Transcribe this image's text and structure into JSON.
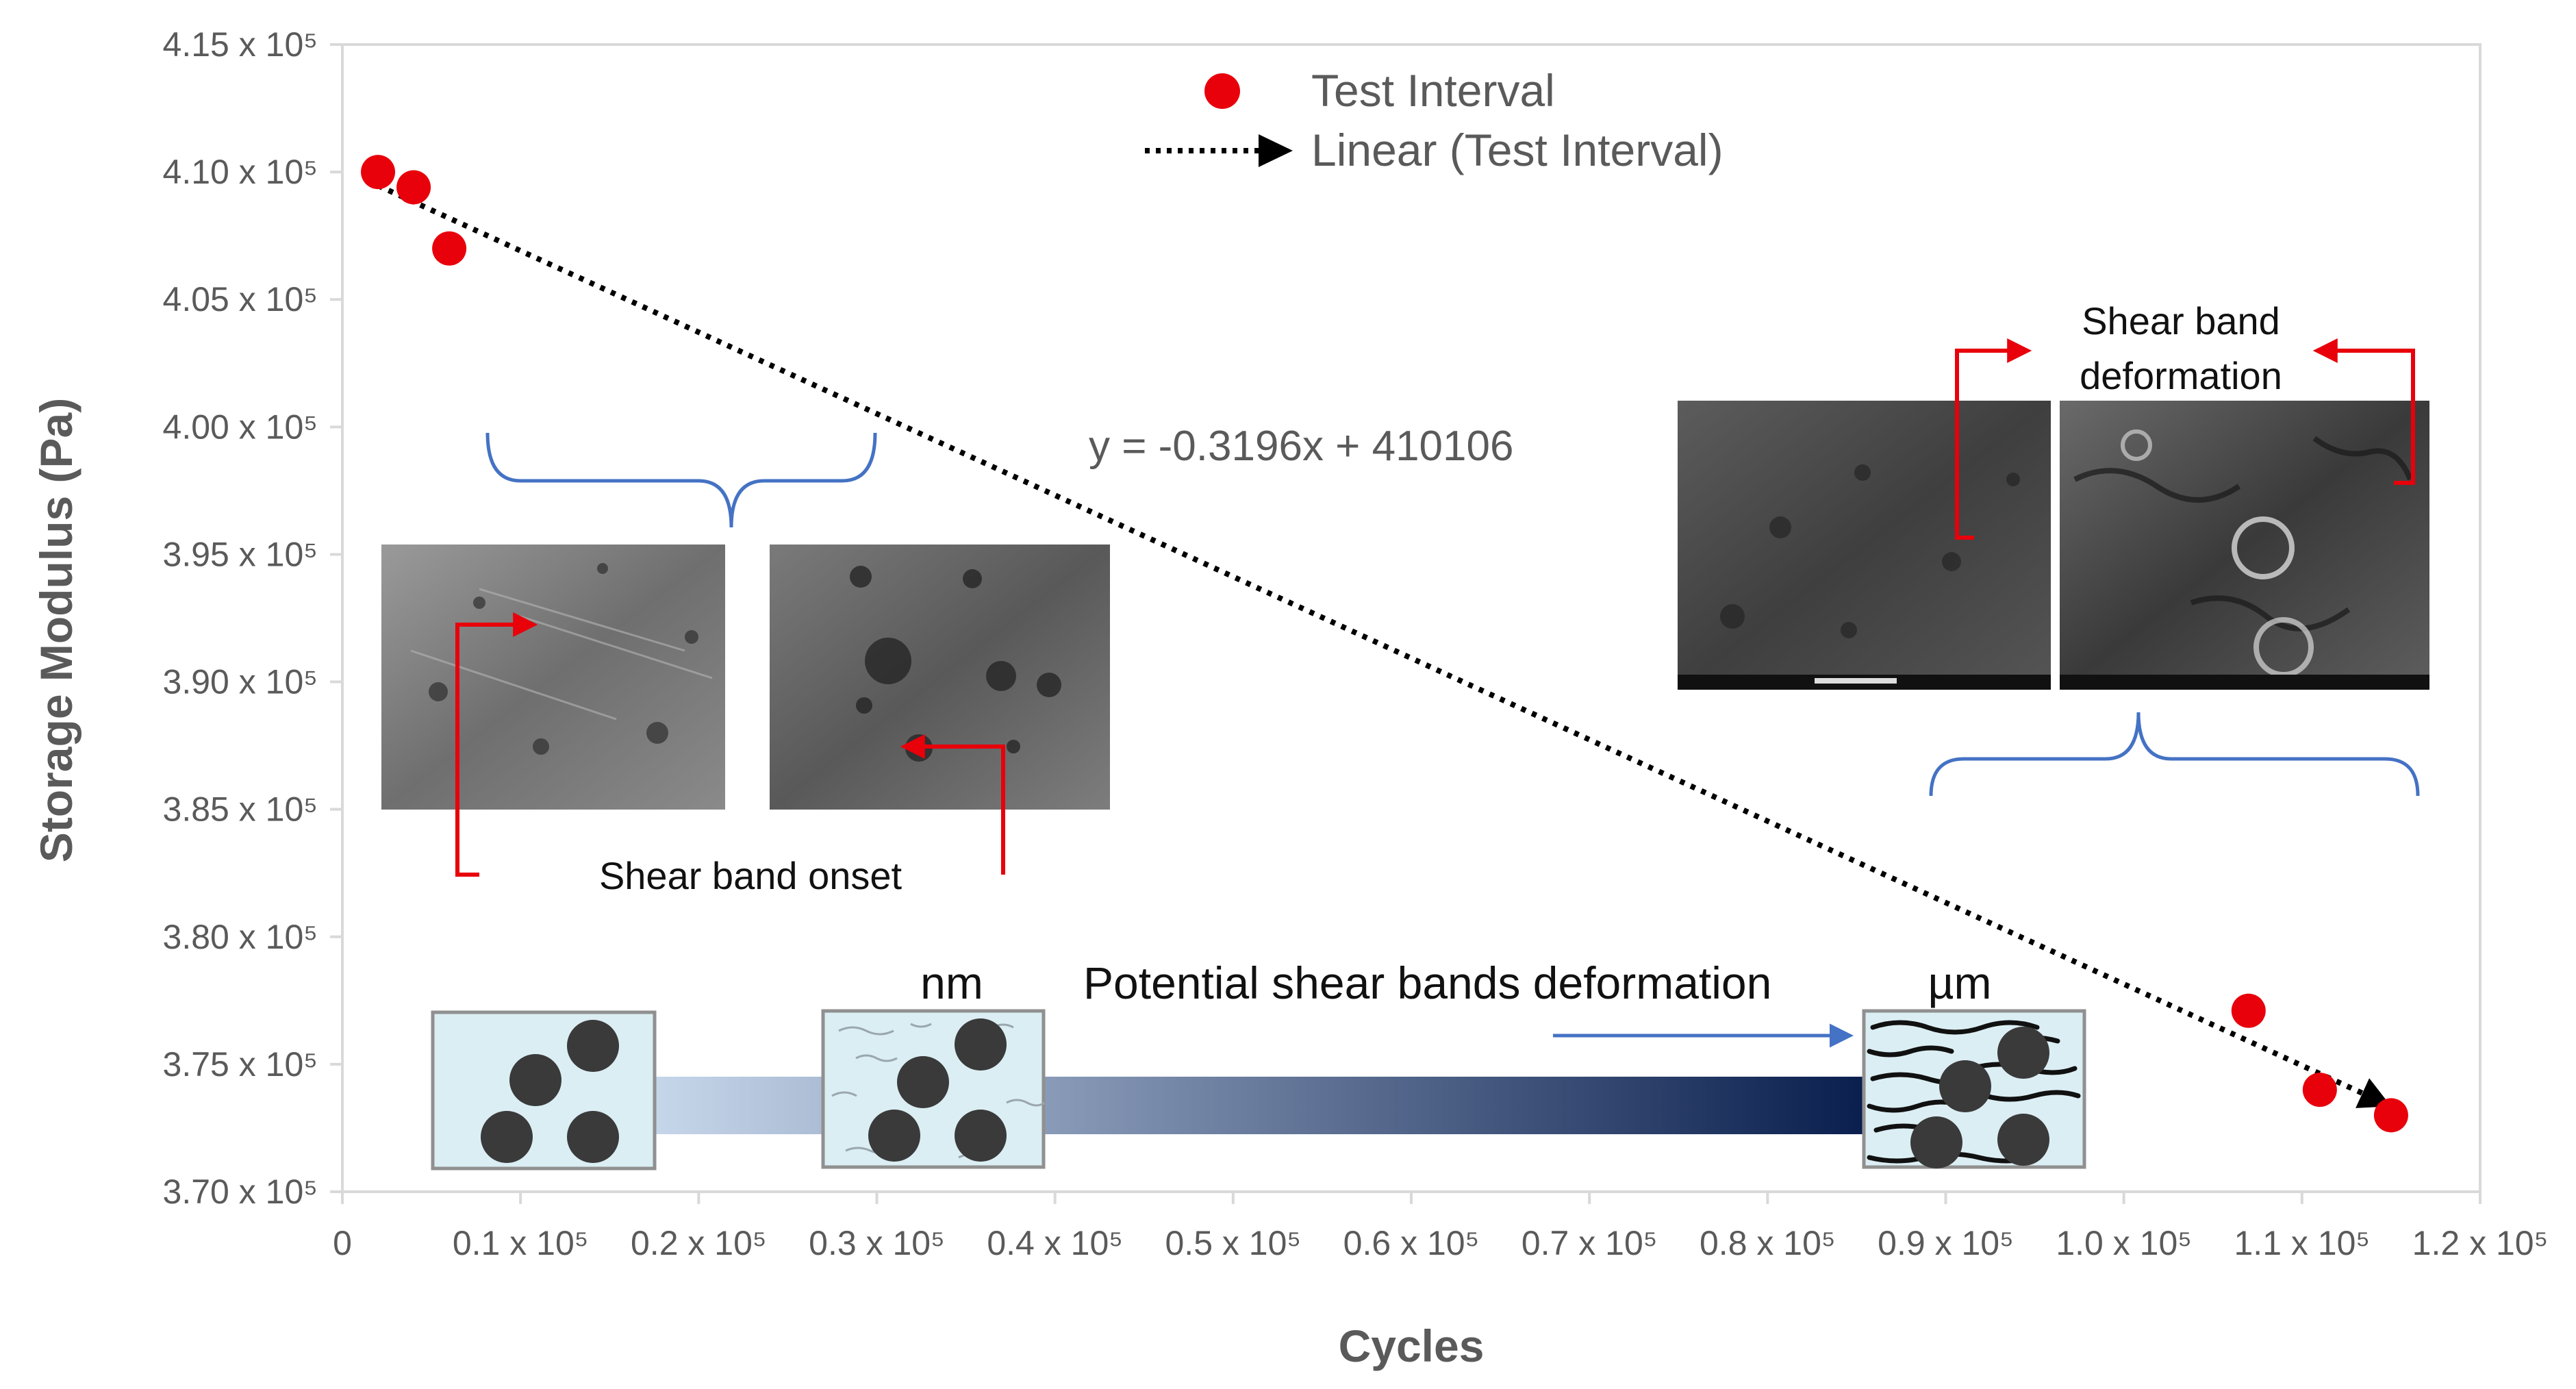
{
  "chart_data": {
    "type": "scatter",
    "xlabel": "Cycles",
    "ylabel": "Storage Modulus (Pa)",
    "xlim": [
      0,
      120000
    ],
    "ylim": [
      370000,
      415000
    ],
    "x_tick_values": [
      0,
      10000,
      20000,
      30000,
      40000,
      50000,
      60000,
      70000,
      80000,
      90000,
      100000,
      110000,
      120000
    ],
    "x_tick_labels": [
      "0",
      "0.1 x 10⁵",
      "0.2 x 10⁵",
      "0.3 x 10⁵",
      "0.4 x 10⁵",
      "0.5 x 10⁵",
      "0.6 x 10⁵",
      "0.7 x 10⁵",
      "0.8 x 10⁵",
      "0.9 x 10⁵",
      "1.0 x 10⁵",
      "1.1 x 10⁵",
      "1.2 x 10⁵"
    ],
    "y_tick_values": [
      370000,
      375000,
      380000,
      385000,
      390000,
      395000,
      400000,
      405000,
      410000,
      415000
    ],
    "y_tick_labels": [
      "3.70 x 10⁵",
      "3.75 x 10⁵",
      "3.80 x 10⁵",
      "3.85 x 10⁵",
      "3.90 x 10⁵",
      "3.95 x 10⁵",
      "4.00 x 10⁵",
      "4.05 x 10⁵",
      "4.10 x 10⁵",
      "4.15 x 10⁵"
    ],
    "grid": false,
    "legend_position": "top-center",
    "series": [
      {
        "name": "Test Interval",
        "color": "#e8000b",
        "points": [
          {
            "x": 2000,
            "y": 410000
          },
          {
            "x": 4000,
            "y": 409400
          },
          {
            "x": 6000,
            "y": 407000
          },
          {
            "x": 107000,
            "y": 377100
          },
          {
            "x": 111000,
            "y": 374000
          },
          {
            "x": 115000,
            "y": 373000
          }
        ]
      }
    ],
    "trendline": {
      "name": "Linear (Test Interval)",
      "slope": -0.3196,
      "intercept": 410106,
      "x_range": [
        2000,
        115000
      ],
      "color": "#000000",
      "style": "dotted",
      "equation": "y = -0.3196x + 410106"
    },
    "annotations": {
      "shear_band_onset": "Shear band onset",
      "shear_band_deformation": "Shear band deformation",
      "potential": "Potential shear bands deformation",
      "nm": "nm",
      "um": "µm"
    },
    "colors": {
      "axis": "#d9d9d9",
      "text": "#5a5a5a",
      "brace": "#4472c4",
      "red_arrow": "#e8000b",
      "box_fill": "#dbeef4",
      "particle": "#3a3a3a",
      "gradient_start": "#c6d6ea",
      "gradient_end": "#0a1f4e"
    }
  }
}
